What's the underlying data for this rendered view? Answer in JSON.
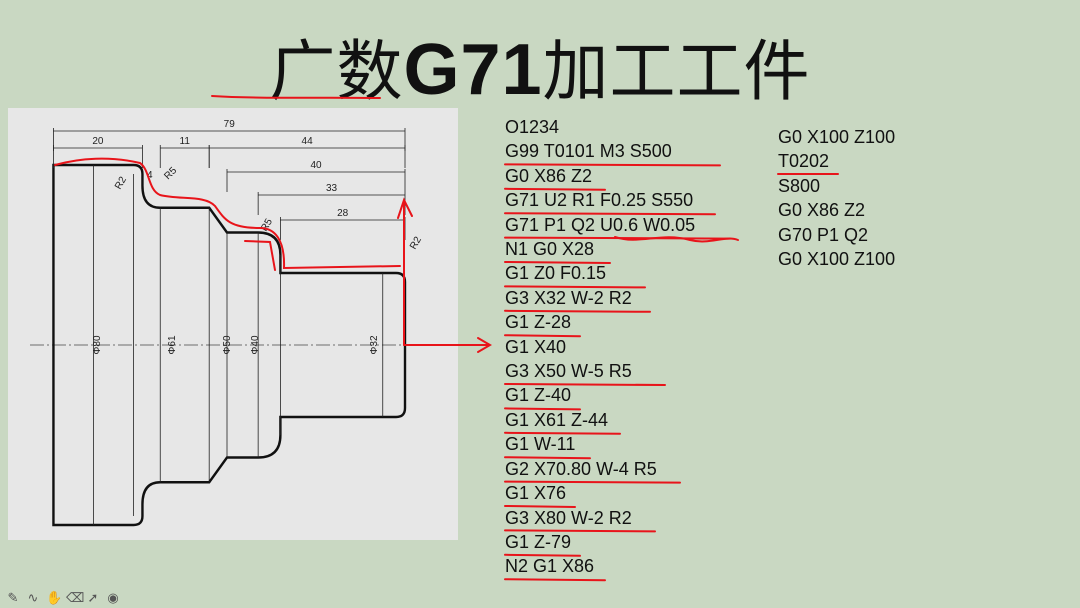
{
  "title": {
    "prefix": "广数",
    "code": "G71",
    "suffix": "加工工件"
  },
  "drawing": {
    "dimensions": [
      "79",
      "20",
      "11",
      "44",
      "40",
      "33",
      "28",
      "4"
    ],
    "radii": [
      "R2",
      "R5",
      "R5",
      "R2"
    ],
    "diameters": [
      "Φ80",
      "Φ61",
      "Φ50",
      "Φ40",
      "Φ32"
    ]
  },
  "program_left": [
    "O1234",
    "G99 T0101 M3 S500",
    "G0 X86 Z2",
    "G71 U2 R1 F0.25 S550",
    "G71 P1 Q2 U0.6 W0.05",
    "N1 G0 X28",
    "G1 Z0 F0.15",
    "G3 X32 W-2 R2",
    "G1 Z-28",
    "G1 X40",
    "G3 X50 W-5 R5",
    "G1 Z-40",
    "G1 X61 Z-44",
    "G1 W-11",
    "G2 X70.80 W-4 R5",
    "G1 X76",
    "G3 X80 W-2 R2",
    "G1 Z-79",
    "N2 G1 X86"
  ],
  "program_right": [
    "G0 X100 Z100",
    "T0202",
    "S800",
    "G0 X86 Z2",
    "G70 P1 Q2",
    "G0 X100 Z100"
  ],
  "toolbar": [
    "pen-icon",
    "curve-icon",
    "highlighter-icon",
    "eraser-icon",
    "pointer-icon",
    "record-icon"
  ],
  "colors": {
    "background": "#c9d8c2",
    "panel": "#e6e6e6",
    "annotation": "#e8141a"
  }
}
